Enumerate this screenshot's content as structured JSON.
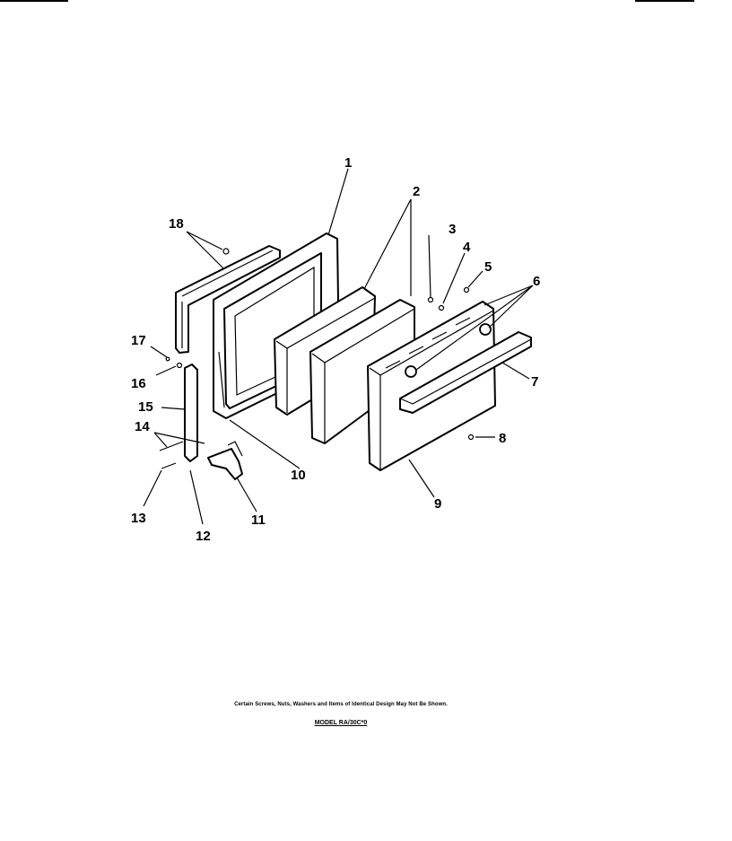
{
  "diagram": {
    "callouts": [
      {
        "id": "1",
        "label": "1"
      },
      {
        "id": "2",
        "label": "2"
      },
      {
        "id": "3",
        "label": "3"
      },
      {
        "id": "4",
        "label": "4"
      },
      {
        "id": "5",
        "label": "5"
      },
      {
        "id": "6",
        "label": "6"
      },
      {
        "id": "7",
        "label": "7"
      },
      {
        "id": "8",
        "label": "8"
      },
      {
        "id": "9",
        "label": "9"
      },
      {
        "id": "10",
        "label": "10"
      },
      {
        "id": "11",
        "label": "11"
      },
      {
        "id": "12",
        "label": "12"
      },
      {
        "id": "13",
        "label": "13"
      },
      {
        "id": "14",
        "label": "14"
      },
      {
        "id": "15",
        "label": "15"
      },
      {
        "id": "16",
        "label": "16"
      },
      {
        "id": "17",
        "label": "17"
      },
      {
        "id": "18",
        "label": "18"
      }
    ],
    "note": "Certain Screws, Nuts, Washers and Items of Identical Design May Not Be Shown.",
    "model": "MODEL RA/30C*0"
  }
}
